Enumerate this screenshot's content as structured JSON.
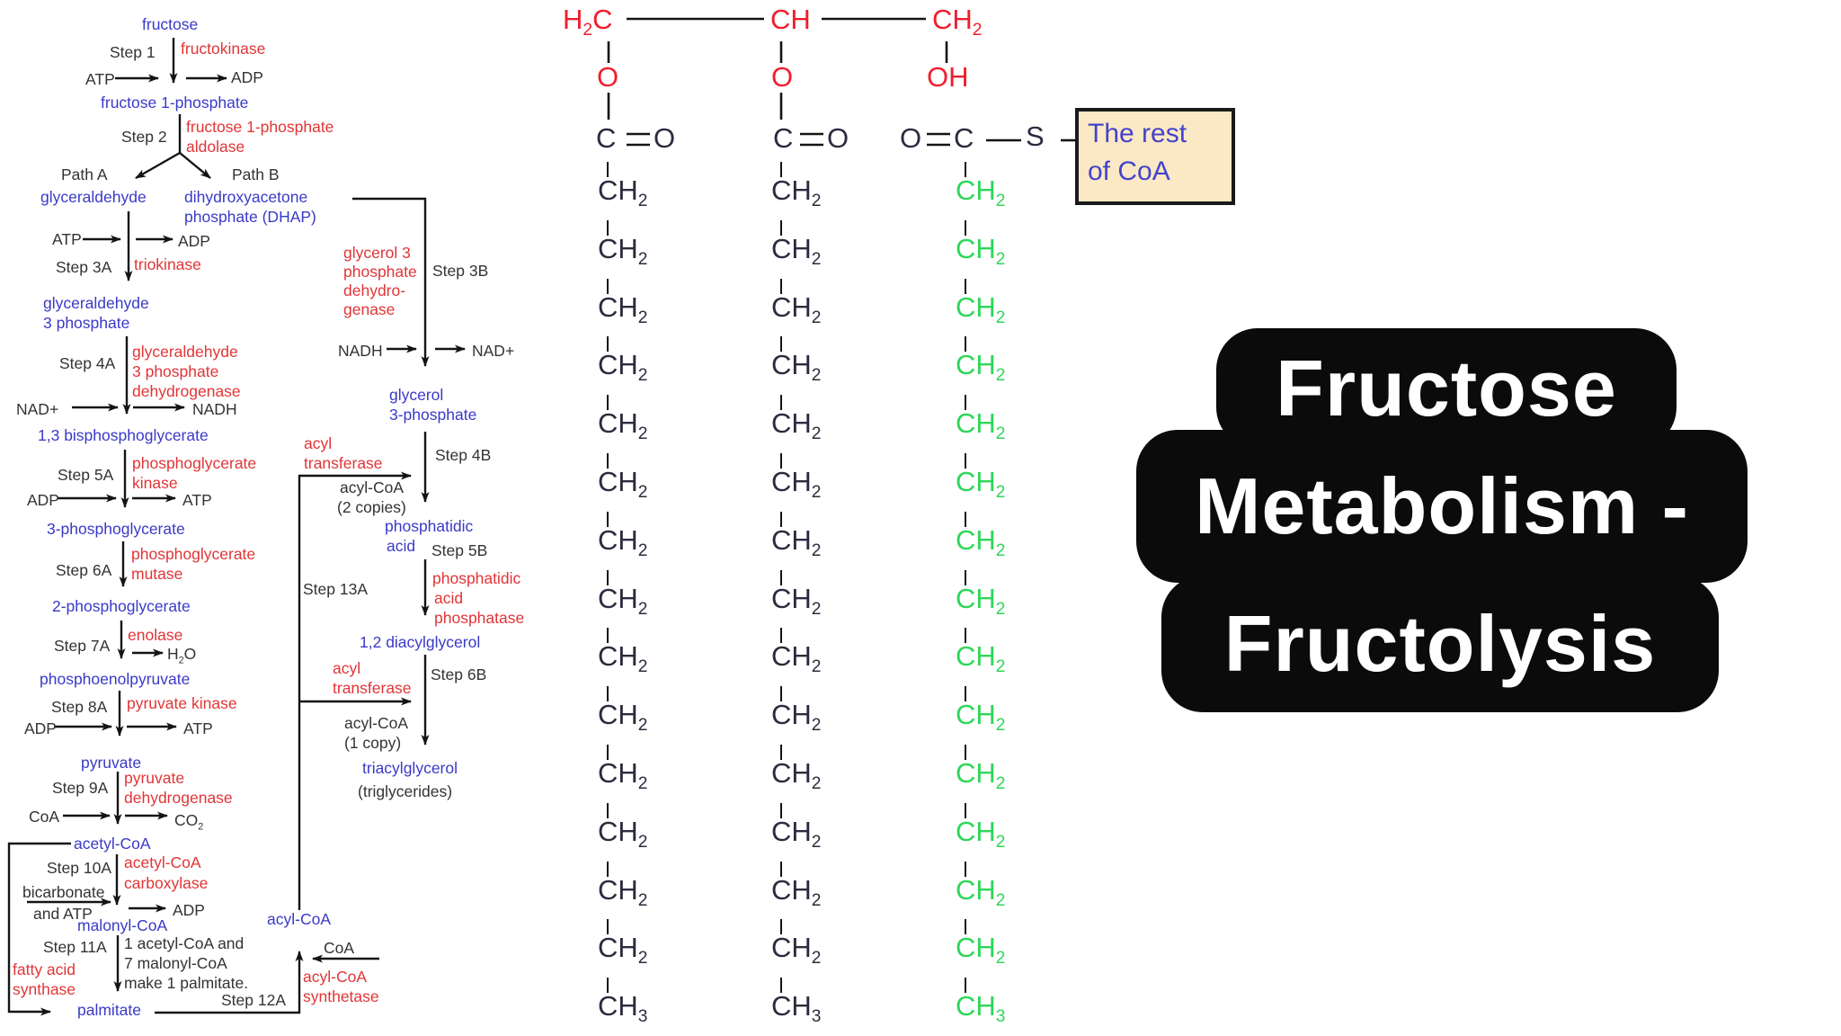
{
  "title_badge": {
    "lines": [
      "Fructose",
      "Metabolism -",
      "Fructolysis"
    ]
  },
  "coa_box": {
    "lines": [
      "The rest",
      "of CoA"
    ]
  },
  "colors": {
    "metabolite_blue": "#3a3ac8",
    "enzyme_red": "#e13537",
    "structure_red": "#f01e2c",
    "chain_dark": "#2b2b3e",
    "chain_green": "#2fd65a",
    "sulfur_blue": "#4747dd",
    "box_fill": "#fbe9c5",
    "badge_bg": "#0b0b0b",
    "badge_text": "#ffffff"
  },
  "flowchart": {
    "fructose": "fructose",
    "step1": "Step 1",
    "fructokinase": "fructokinase",
    "atp1": "ATP",
    "adp1": "ADP",
    "f1p": "fructose 1-phosphate",
    "step2": "Step 2",
    "aldolase1": "fructose 1-phosphate",
    "aldolase2": "aldolase",
    "path_a": "Path A",
    "path_b": "Path B",
    "glyceraldehyde": "glyceraldehyde",
    "dhap1": "dihydroxyacetone",
    "dhap2": "phosphate (DHAP)",
    "atp2": "ATP",
    "adp2": "ADP",
    "step3a": "Step 3A",
    "triokinase": "triokinase",
    "g3p1": "glyceraldehyde",
    "g3p2": "3 phosphate",
    "step4a": "Step 4A",
    "gapdh1": "glyceraldehyde",
    "gapdh2": "3 phosphate",
    "gapdh3": "dehydrogenase",
    "nad1": "NAD+",
    "nadh1": "NADH",
    "bpg": "1,3 bisphosphoglycerate",
    "step5a": "Step 5A",
    "pgk1": "phosphoglycerate",
    "pgk2": "kinase",
    "adp3": "ADP",
    "atp3": "ATP",
    "pg3": "3-phosphoglycerate",
    "step6a": "Step 6A",
    "pgm1": "phosphoglycerate",
    "pgm2": "mutase",
    "pg2": "2-phosphoglycerate",
    "step7a": "Step 7A",
    "enolase": "enolase",
    "h2o": "H2O",
    "pep": "phosphoenolpyruvate",
    "step8a": "Step 8A",
    "pk": "pyruvate kinase",
    "adp4": "ADP",
    "atp4": "ATP",
    "pyruvate": "pyruvate",
    "step9a": "Step 9A",
    "pdh1": "pyruvate",
    "pdh2": "dehydrogenase",
    "coa1": "CoA",
    "co2": "CO2",
    "acetyl_coa": "acetyl-CoA",
    "step10a": "Step 10A",
    "acc1": "acetyl-CoA",
    "acc2": "carboxylase",
    "bicarb1": "bicarbonate",
    "bicarb2": "and ATP",
    "adp5": "ADP",
    "malonyl": "malonyl-CoA",
    "step11a": "Step 11A",
    "note1": "1 acetyl-CoA and",
    "note2": "7 malonyl-CoA",
    "note3": "make 1 palmitate.",
    "fas1": "fatty acid",
    "fas2": "synthase",
    "palmitate": "palmitate",
    "step12a": "Step 12A",
    "acyl_coa_b": "acyl-CoA",
    "coa2": "CoA",
    "acs1": "acyl-CoA",
    "acs2": "synthetase",
    "g3pd1": "glycerol 3",
    "g3pd2": "phosphate",
    "g3pd3": "dehydro-",
    "g3pd4": "genase",
    "step3b": "Step 3B",
    "nadh2": "NADH",
    "nad2": "NAD+",
    "gly3p1": "glycerol",
    "gly3p2": "3-phosphate",
    "at1a": "acyl",
    "at1b": "transferase",
    "step4b": "Step 4B",
    "ac2a": "acyl-CoA",
    "ac2b": "(2 copies)",
    "pa1": "phosphatidic",
    "pa2": "acid",
    "step5b": "Step 5B",
    "step13a": "Step 13A",
    "pap1": "phosphatidic",
    "pap2": "acid",
    "pap3": "phosphatase",
    "dag": "1,2 diacylglycerol",
    "at2a": "acyl",
    "at2b": "transferase",
    "step6b": "Step 6B",
    "ac1a": "acyl-CoA",
    "ac1b": "(1 copy)",
    "tag1": "triacylglycerol",
    "tag2": "(triglycerides)"
  },
  "structure": {
    "backbone": {
      "c1": "H2C",
      "c2": "CH",
      "c3": "CH2"
    },
    "linkers": {
      "o1": "O",
      "o2": "O",
      "oh": "OH"
    },
    "ester1": {
      "c": "C",
      "o": "O"
    },
    "ester2": {
      "c": "C",
      "o": "O"
    },
    "thioester": {
      "o": "O",
      "c": "C",
      "s": "S"
    },
    "chains": [
      {
        "name": "acyl-chain-1",
        "units": [
          "CH2",
          "CH2",
          "CH2",
          "CH2",
          "CH2",
          "CH2",
          "CH2",
          "CH2",
          "CH2",
          "CH2",
          "CH2",
          "CH2",
          "CH2",
          "CH2",
          "CH3"
        ]
      },
      {
        "name": "acyl-chain-2",
        "units": [
          "CH2",
          "CH2",
          "CH2",
          "CH2",
          "CH2",
          "CH2",
          "CH2",
          "CH2",
          "CH2",
          "CH2",
          "CH2",
          "CH2",
          "CH2",
          "CH2",
          "CH3"
        ]
      },
      {
        "name": "acyl-chain-3",
        "units": [
          "CH2",
          "CH2",
          "CH2",
          "CH2",
          "CH2",
          "CH2",
          "CH2",
          "CH2",
          "CH2",
          "CH2",
          "CH2",
          "CH2",
          "CH2",
          "CH2",
          "CH3"
        ]
      }
    ]
  }
}
